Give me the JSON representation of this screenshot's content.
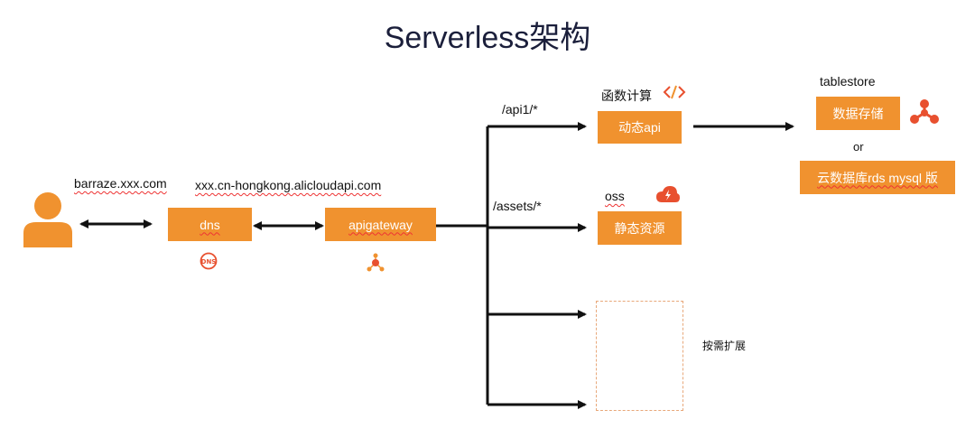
{
  "title": "Serverless架构",
  "user": {
    "domain_label": "barraze.xxx.com"
  },
  "dns": {
    "label": "dns",
    "domain_label": "xxx.cn-hongkong.alicloudapi.com",
    "icon_text": "DNS"
  },
  "gateway": {
    "label": "apigateway"
  },
  "routes": {
    "api": "/api1/*",
    "assets": "/assets/*"
  },
  "fc": {
    "service_label": "函数计算",
    "box_label": "动态api"
  },
  "oss": {
    "service_label": "oss",
    "box_label": "静态资源"
  },
  "tablestore": {
    "service_label": "tablestore",
    "box_label": "数据存储"
  },
  "or_label": "or",
  "rds": {
    "box_label": "云数据库rds mysql 版"
  },
  "expand_label": "按需扩展",
  "colors": {
    "accent": "#f0922f",
    "icon_red": "#e8502f",
    "title": "#1b1f3b"
  }
}
